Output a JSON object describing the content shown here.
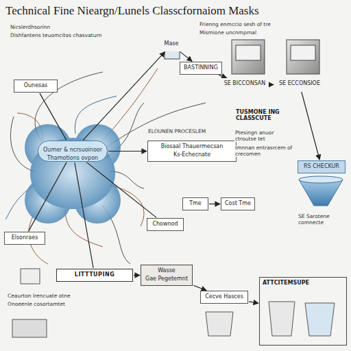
{
  "diagram": {
    "title": "Technical Fine Nieargn/Lunels Classcfornaiom Masks",
    "nodes": [
      {
        "text": [
          "Mase"
        ]
      },
      {
        "text": [
          "BASTINNING"
        ]
      },
      {
        "text": [
          "SE BICCONSAN"
        ]
      },
      {
        "text": [
          "SE ECCONSIOE"
        ]
      },
      {
        "text": [
          "Ounesas"
        ]
      },
      {
        "text": [
          "TUSMONE ING CLASSCUTE"
        ]
      },
      {
        "text": [
          "Oumer & ncrsuoinoor",
          "Thamotions ovpon"
        ]
      },
      {
        "text": [
          "Biosaal Thauermecsan",
          "Ks-Echecnate"
        ]
      },
      {
        "text": [
          "RS CHECKUR"
        ]
      },
      {
        "text": [
          "Tme"
        ]
      },
      {
        "text": [
          "Cost Tme"
        ]
      },
      {
        "text": [
          "Chownod"
        ]
      },
      {
        "text": [
          "Elsonraes"
        ]
      },
      {
        "text": [
          "LITTTUPING"
        ]
      },
      {
        "text": [
          "Wasse",
          "Gae Pegetemnt"
        ]
      },
      {
        "text": [
          "Cecve Hasces"
        ]
      },
      {
        "text": [
          "ATTCITEMSUPE"
        ]
      }
    ],
    "edges": [
      {
        "from": 6,
        "to": 0,
        "arrow": "to"
      },
      {
        "from": 0,
        "to": 1,
        "arrow": "to"
      },
      {
        "from": 1,
        "to": 2,
        "arrow": "to"
      },
      {
        "from": 2,
        "to": 3,
        "arrow": "to"
      },
      {
        "from": 3,
        "to": 8,
        "arrow": "to"
      },
      {
        "from": 6,
        "to": 4,
        "arrow": "none"
      },
      {
        "from": 6,
        "to": 7,
        "arrow": "to"
      },
      {
        "from": 9,
        "to": 10,
        "arrow": "to"
      },
      {
        "from": 6,
        "to": 11,
        "arrow": "none"
      },
      {
        "from": 6,
        "to": 12,
        "arrow": "none"
      },
      {
        "from": 6,
        "to": 13,
        "arrow": "none"
      },
      {
        "from": 13,
        "to": 14,
        "arrow": "to"
      },
      {
        "from": 14,
        "to": 15,
        "arrow": "to"
      },
      {
        "from": 15,
        "to": 16,
        "arrow": "to"
      }
    ],
    "labels": [
      "Nicslerdhsorinn",
      "Dishfantens teuomcitos chasvaturn",
      "Frienng enmccio sesh of tre",
      "Mismione uncnmprnal",
      "Ptesingn anuor ctroutse tet",
      "Imnnan entrasrcem of crecomen",
      "Ceaurton lrencuate otne",
      "Onoeenle cosortamtet",
      "SE Sarotene comnecte",
      "ELOUNEN PROCESLEM"
    ]
  }
}
